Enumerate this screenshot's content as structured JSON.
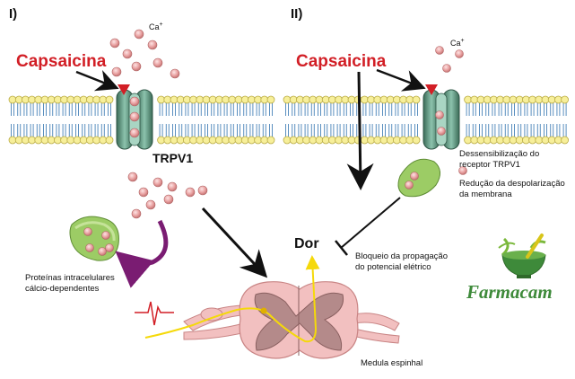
{
  "panel_I": {
    "label": "I)",
    "capsaicin": "Capsaicina",
    "ion": "Ca",
    "ion_charge": "+",
    "receptor": "TRPV1",
    "proteins_line1": "Proteínas intracelulares",
    "proteins_line2": "cálcio-dependentes"
  },
  "panel_II": {
    "label": "II)",
    "capsaicin": "Capsaicina",
    "ion": "Ca",
    "ion_charge": "+",
    "desens_line1": "Dessensibilização do",
    "desens_line2": "receptor TRPV1",
    "reduction_line1": "Redução da despolarização",
    "reduction_line2": "da membrana"
  },
  "center": {
    "pain": "Dor",
    "block_line1": "Bloqueio da propagação",
    "block_line2": "do potencial elétrico",
    "spinal_cord": "Medula espinhal"
  },
  "logo": {
    "name": "Farmacam"
  },
  "colors": {
    "capsaicin_red": "#d21f26",
    "channel_green": "#5e9c84",
    "ion_pink": "#e8a0a0",
    "protein_green": "#9ccc65",
    "pain_yellow": "#f5d90a",
    "purple_arrow": "#7a1c72",
    "spinal_pink": "#f2c0c0",
    "gray_matter": "#b48a8a"
  }
}
